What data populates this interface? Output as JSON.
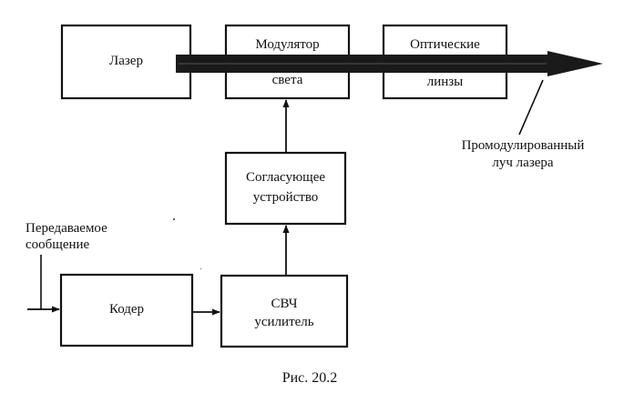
{
  "blocks": {
    "laser": {
      "text": "Лазер"
    },
    "modulator": {
      "line1": "Модулятор",
      "line2": "света"
    },
    "lenses": {
      "line1": "Оптические",
      "line2": "линзы"
    },
    "matching": {
      "line1": "Согласующее",
      "line2": "устройство"
    },
    "coder": {
      "text": "Кодер"
    },
    "amplifier": {
      "line1": "СВЧ",
      "line2": "усилитель"
    }
  },
  "labels": {
    "message_line1": "Передаваемое",
    "message_line2": "сообщение",
    "beam_line1": "Промодулированный",
    "beam_line2": "луч лазера"
  },
  "caption": "Рис. 20.2"
}
